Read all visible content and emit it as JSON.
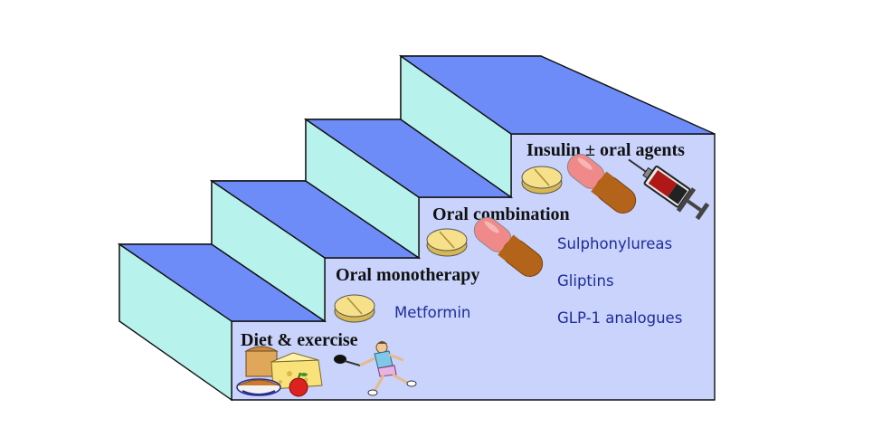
{
  "steps": [
    {
      "title": "Diet & exercise"
    },
    {
      "title": "Oral monotherapy",
      "drugs": [
        "Metformin"
      ]
    },
    {
      "title": "Oral combination",
      "drugs": [
        "Sulphonylureas",
        "Gliptins",
        "GLP-1 analogues"
      ]
    },
    {
      "title": "Insulin ± oral agents"
    }
  ],
  "icons": {
    "food": "food-icon",
    "person": "tennis-player-icon",
    "tablet": "tablet-icon",
    "capsule": "capsule-icon",
    "syringe": "syringe-icon"
  },
  "colors": {
    "top_face": "#6e8cf7",
    "riser_face": "#b7f2ec",
    "side_face": "#c9d3fb",
    "tablet": "#f7e08a",
    "capsule_pink": "#f08a8a",
    "capsule_brown": "#b4641a",
    "label_text": "#111111",
    "drug_text": "#1f2c9a"
  }
}
